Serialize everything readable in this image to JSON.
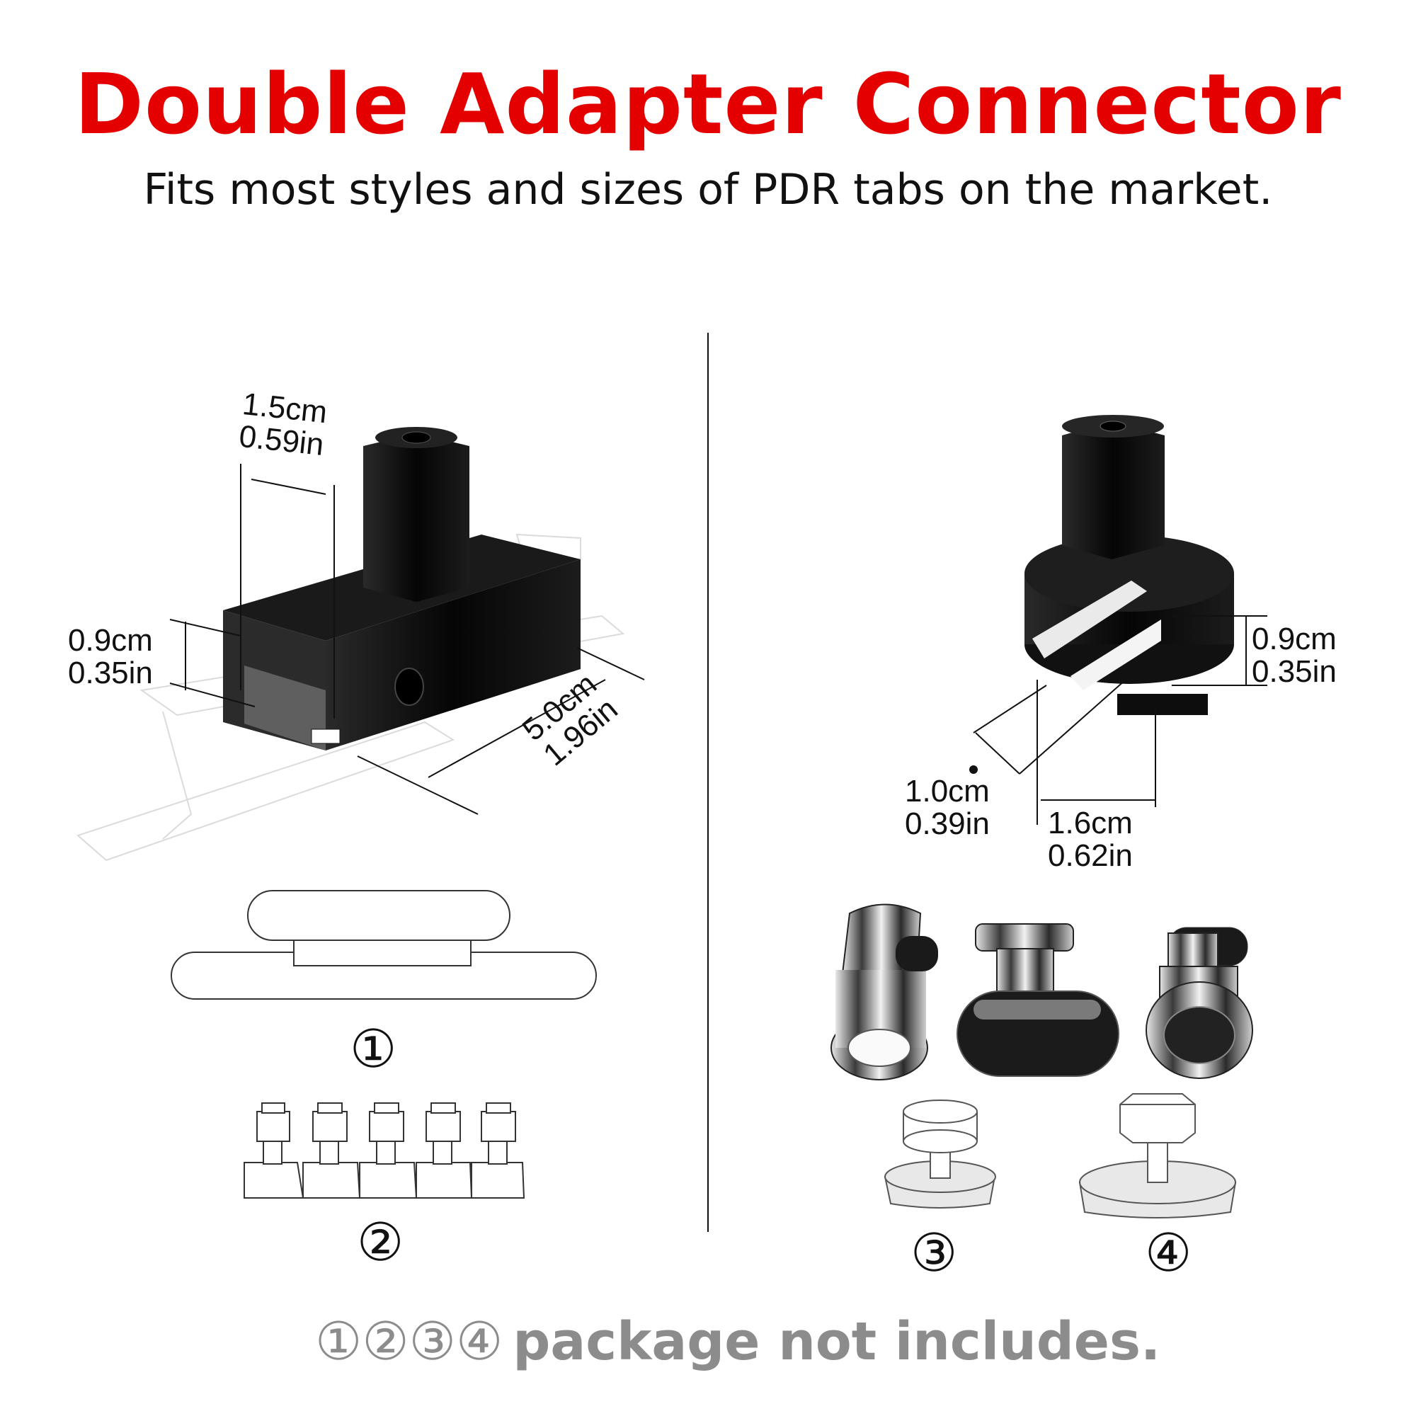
{
  "title": "Double Adapter Connector",
  "subtitle": "Fits most styles and sizes of PDR tabs on the market.",
  "left_product": {
    "height_dim": {
      "cm": "1.5cm",
      "in": "0.59in"
    },
    "slot_dim": {
      "cm": "0.9cm",
      "in": "0.35in"
    },
    "length_dim": {
      "cm": "5.0cm",
      "in": "1.96in"
    }
  },
  "right_product": {
    "slot_height_dim": {
      "cm": "0.9cm",
      "in": "0.35in"
    },
    "slot_width_dim": {
      "cm": "1.0cm",
      "in": "0.39in"
    },
    "diameter_dim": {
      "cm": "1.6cm",
      "in": "0.62in"
    }
  },
  "labels": {
    "one": "①",
    "two": "②",
    "three": "③",
    "four": "④"
  },
  "footer": {
    "numbers": "①②③④",
    "text": "package not includes."
  },
  "colors": {
    "title": "#e50000",
    "footer": "#8c8c8c",
    "product": "#111111"
  }
}
